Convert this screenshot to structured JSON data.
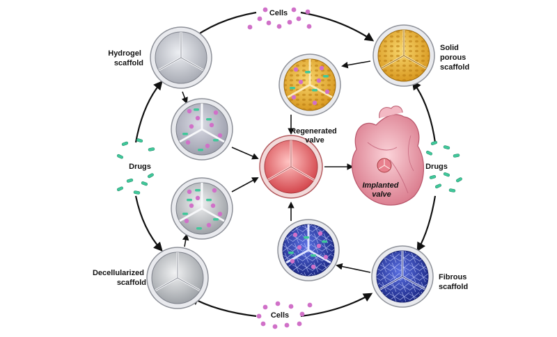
{
  "labels": {
    "cells_top": "Cells",
    "cells_bottom": "Cells",
    "drugs_left": "Drugs",
    "drugs_right": "Drugs",
    "hydrogel_line1": "Hydrogel",
    "hydrogel_line2": "scaffold",
    "solid_line1": "Solid",
    "solid_line2": "porous",
    "solid_line3": "scaffold",
    "decell_line1": "Decellularized",
    "decell_line2": "scaffold",
    "fibrous_line1": "Fibrous",
    "fibrous_line2": "scaffold",
    "regen_line1": "Regenerated",
    "regen_line2": "valve",
    "implanted_line1": "Implanted",
    "implanted_line2": "valve"
  },
  "colors": {
    "cell": "#d070c8",
    "drug": "#3fc89a",
    "hydrogel": "#c9cbd2",
    "porous": "#eab63c",
    "decellularized": "#bfc2c6",
    "fibrous": "#3d4fb8",
    "regenerated": "#e36f73",
    "heart": "#eea6b4"
  },
  "icons": {
    "cell": "purple-cell-dot",
    "drug": "green-drug-capsule",
    "valve": "tri-leaflet-valve",
    "heart": "heart-illustration"
  }
}
